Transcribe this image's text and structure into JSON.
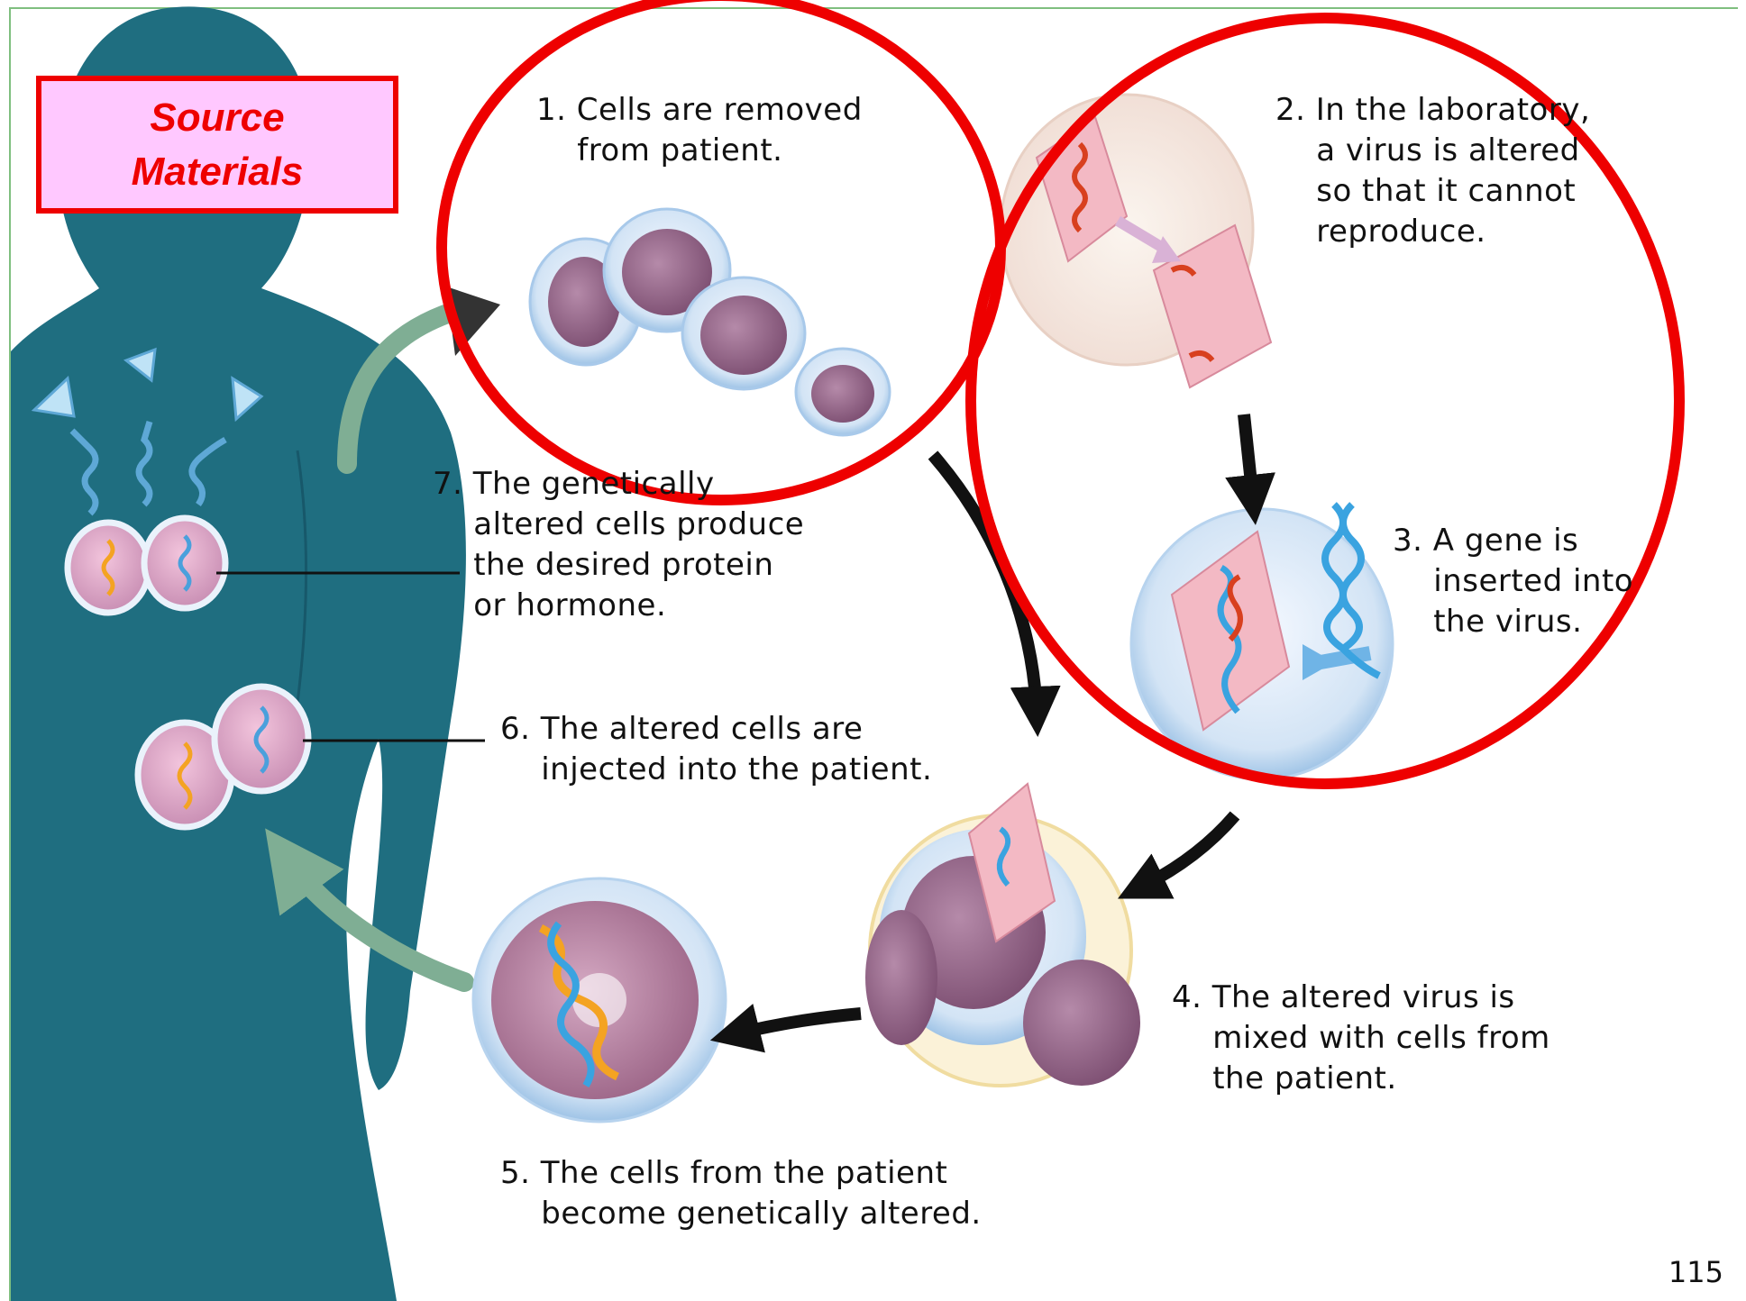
{
  "source_label": "Source\nMaterials",
  "steps": {
    "s1": "1. Cells are removed\n    from patient.",
    "s2": "2. In the laboratory,\n    a virus is altered\n    so that it cannot\n    reproduce.",
    "s3": "3. A gene is\n    inserted into\n    the virus.",
    "s4": "4. The altered virus is\n    mixed with cells from\n    the patient.",
    "s5": "5. The cells from the patient\n    become genetically altered.",
    "s6": "6. The altered cells are\n    injected into the patient.",
    "s7": "7. The genetically\n    altered cells produce\n    the desired protein\n    or hormone."
  },
  "page_number": "115",
  "colors": {
    "body": "#1f6e80",
    "highlight_circle": "#ee0000",
    "cell_fill": "#9a6a8c",
    "cell_halo": "#dce9f6",
    "arrow": "#111111",
    "green_arrow": "#7fae94"
  }
}
